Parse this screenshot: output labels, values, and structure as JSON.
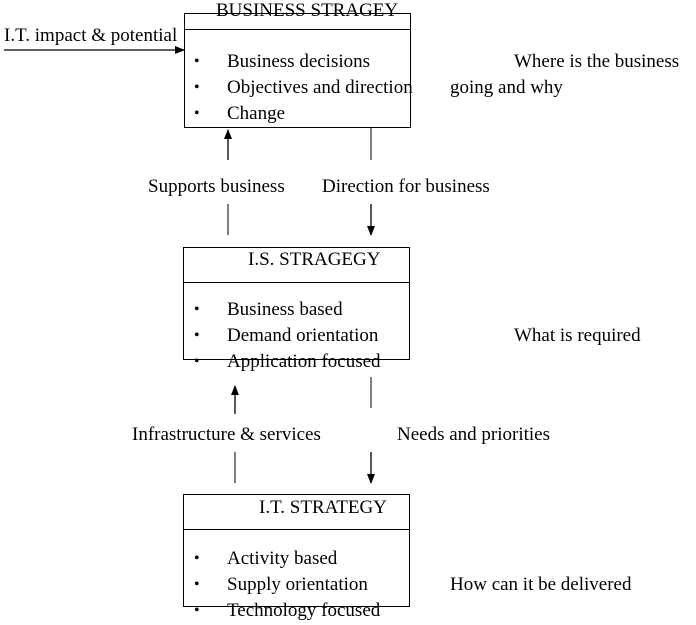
{
  "business_box": {
    "title": "BUSINESS STRAGEY",
    "items": [
      "Business decisions",
      "Objectives and direction",
      "Change"
    ],
    "side_note_line1": "Where is the business",
    "side_note_line2": "going and why"
  },
  "is_box": {
    "title": "I.S. STRAGEGY",
    "items": [
      "Business based",
      "Demand orientation",
      "Application focused"
    ],
    "side_note": "What is required"
  },
  "it_box": {
    "title": "I.T. STRATEGY",
    "items": [
      "Activity based",
      "Supply orientation",
      "Technology focused"
    ],
    "side_note": "How can it be delivered"
  },
  "inputs": {
    "it_impact": "I.T. impact & potential"
  },
  "links": {
    "supports_business": "Supports business",
    "direction_for_business": "Direction for business",
    "infrastructure_services": "Infrastructure & services",
    "needs_priorities": "Needs and priorities"
  },
  "bullet_glyph": "•"
}
